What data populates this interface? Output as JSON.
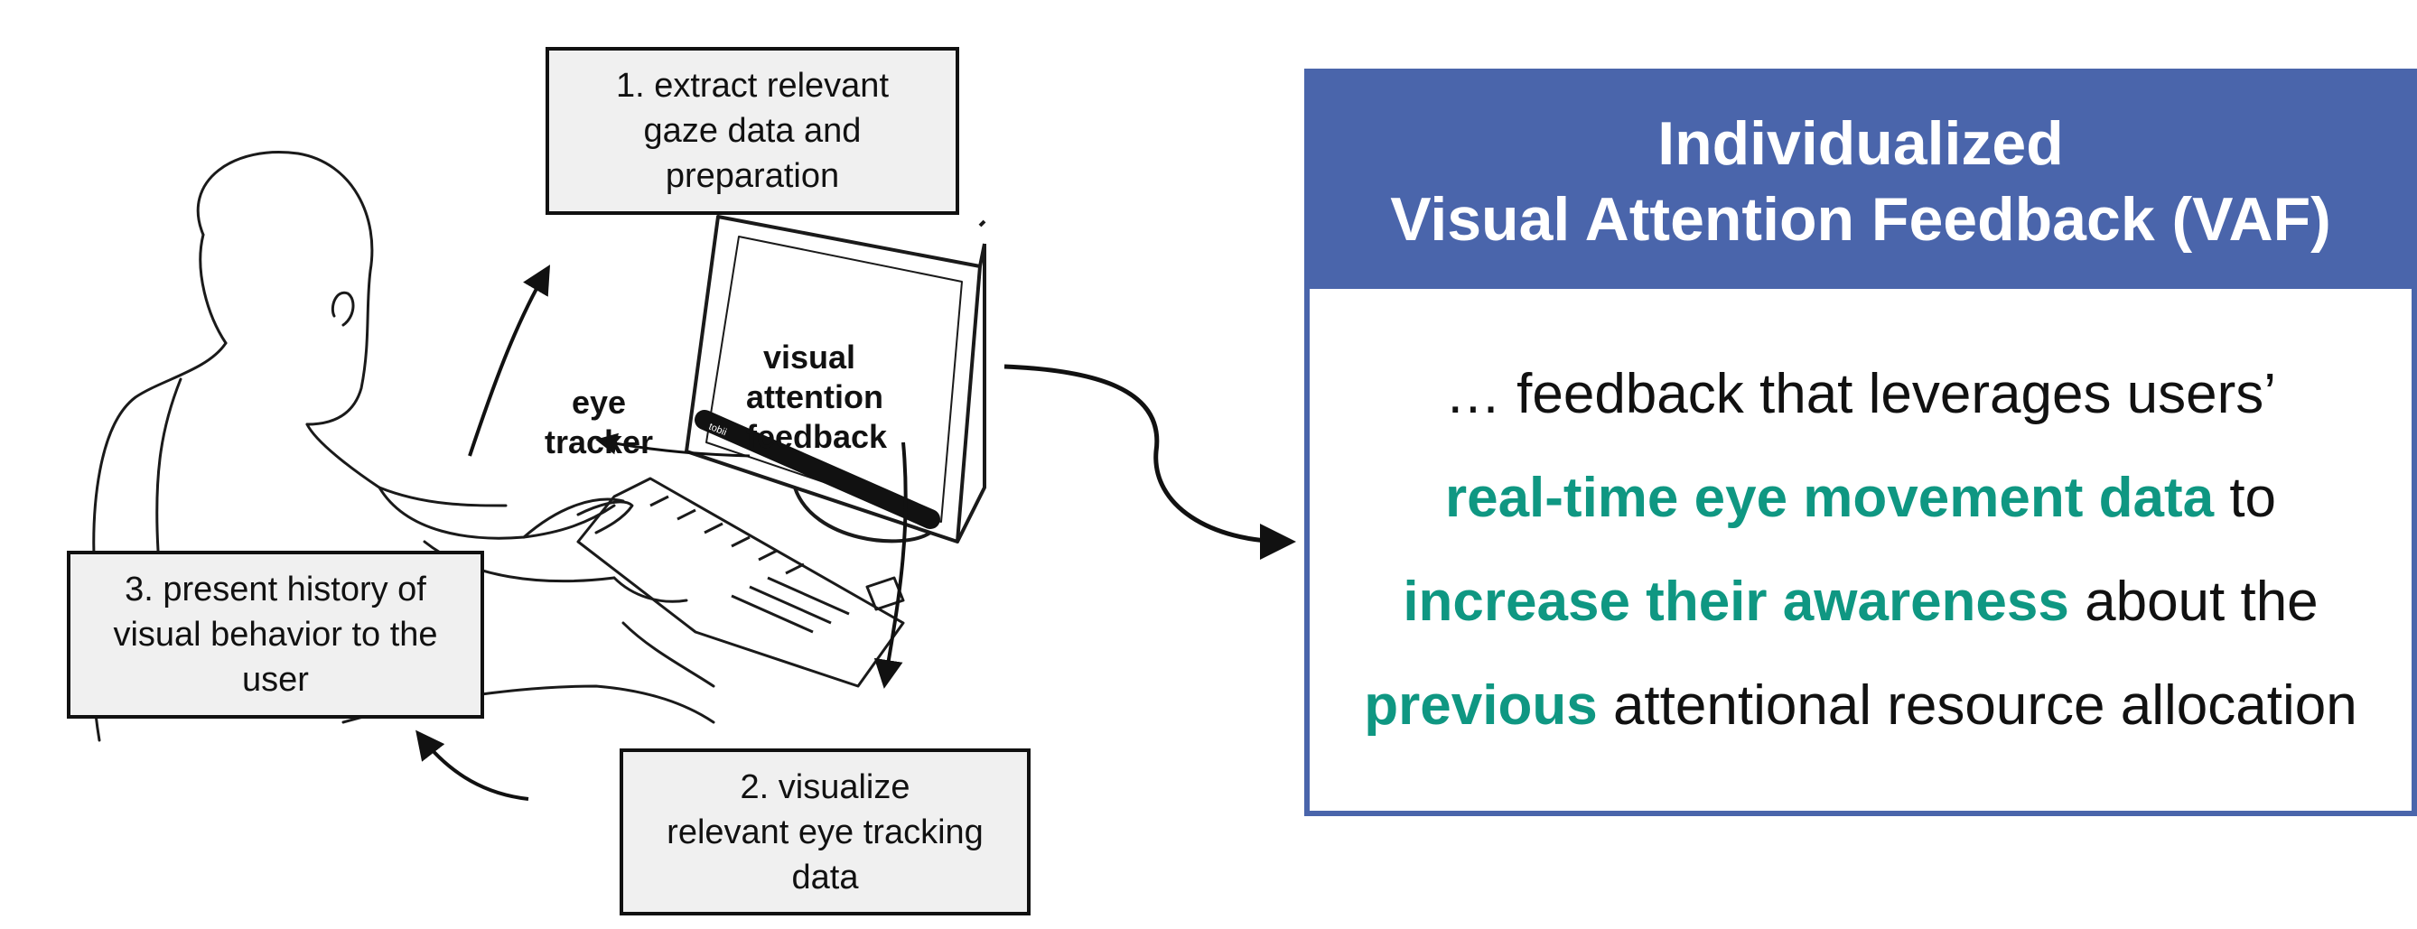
{
  "steps": [
    {
      "label": "1. extract relevant\ngaze data and\npreparation"
    },
    {
      "label": "2. visualize\nrelevant eye tracking\ndata"
    },
    {
      "label": "3. present history of\nvisual behavior to the\nuser"
    }
  ],
  "labels": {
    "eye_tracker": "eye\ntracker",
    "visual_attention_feedback": "visual\nattention\nfeedback",
    "device_brand": "tobii"
  },
  "vaf": {
    "title_line1": "Individualized",
    "title_line2": "Visual Attention Feedback (VAF)",
    "lines": [
      [
        {
          "text": "… feedback that leverages users’",
          "hl": false
        }
      ],
      [
        {
          "text": "real-time eye movement data",
          "hl": true
        },
        {
          "text": " to",
          "hl": false
        }
      ],
      [
        {
          "text": "increase their awareness",
          "hl": true
        },
        {
          "text": " about the",
          "hl": false
        }
      ],
      [
        {
          "text": "previous",
          "hl": true
        },
        {
          "text": " attentional resource allocation",
          "hl": false
        }
      ]
    ]
  },
  "colors": {
    "header_blue": "#4a65ab",
    "highlight_teal": "#0f9782"
  }
}
